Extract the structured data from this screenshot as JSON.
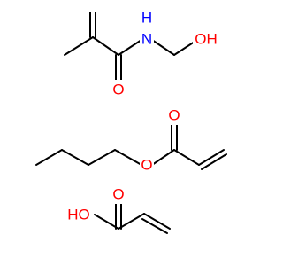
{
  "colors": {
    "background": "#ffffff",
    "bond": "#000000",
    "oxygen": "#ff0000",
    "nitrogen": "#0000ff"
  },
  "molecules": [
    {
      "atoms": [
        {
          "label": "N",
          "element": "nitrogen"
        },
        {
          "label": "H",
          "element": "nitrogen"
        },
        {
          "label": "OH",
          "element": "oxygen"
        },
        {
          "label": "O",
          "element": "oxygen"
        }
      ]
    },
    {
      "atoms": [
        {
          "label": "O",
          "element": "oxygen"
        },
        {
          "label": "O",
          "element": "oxygen"
        }
      ]
    },
    {
      "atoms": [
        {
          "label": "O",
          "element": "oxygen"
        },
        {
          "label": "HO",
          "element": "oxygen"
        }
      ]
    }
  ]
}
